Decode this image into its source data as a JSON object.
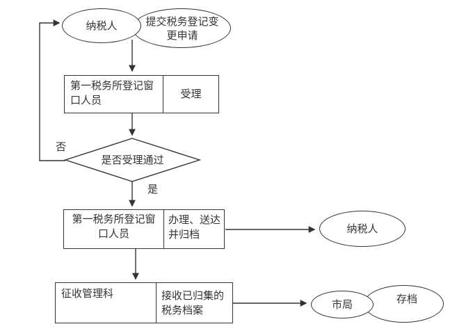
{
  "diagram": {
    "title_hint": "tax registration change flowchart",
    "labels": {
      "taxpayer_start": "纳税人",
      "submit_application": "提交税务登记变更申请",
      "staff1_role": "第一税务所登记窗口人员",
      "staff1_action": "受理",
      "decision": "是否受理通过",
      "no": "否",
      "yes": "是",
      "staff2_role": "第一税务所登记窗口人员",
      "staff2_action": "办理、送达并归档",
      "taxpayer_result": "纳税人",
      "dept_role": "征收管理科",
      "dept_action": "接收已归集的税务档案",
      "city_bureau": "市局",
      "archive": "存档"
    },
    "colors": {
      "line": "#333333",
      "text": "#333333",
      "background": "#ffffff"
    }
  }
}
